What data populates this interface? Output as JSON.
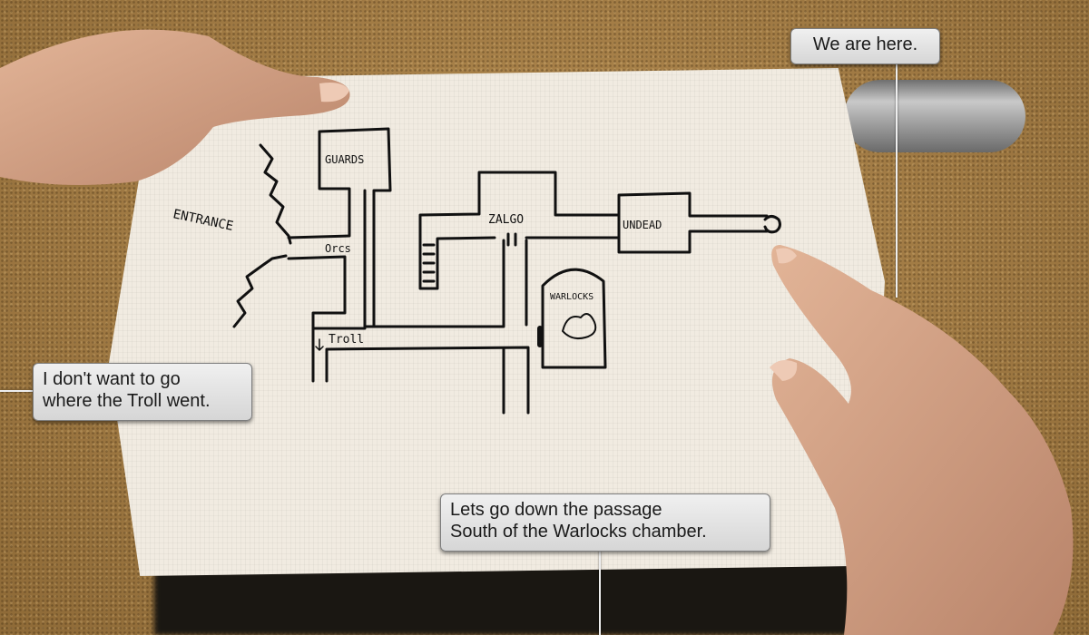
{
  "callouts": {
    "here": "We are here.",
    "troll_line1": "I don't want to go",
    "troll_line2": "where the Troll went.",
    "passage_line1": "Lets go down the passage",
    "passage_line2": "South of the Warlocks chamber."
  },
  "map_labels": {
    "entrance": "ENTRANCE",
    "guards": "GUARDS",
    "orcs": "Orcs",
    "zalgo": "ZALGO",
    "undead": "UNDEAD",
    "warlocks": "WARLOCKS",
    "troll": "Troll"
  },
  "colors": {
    "ink": "#111111",
    "paper": "#f1ebe1",
    "callout_bg": "#e4e4e4"
  }
}
